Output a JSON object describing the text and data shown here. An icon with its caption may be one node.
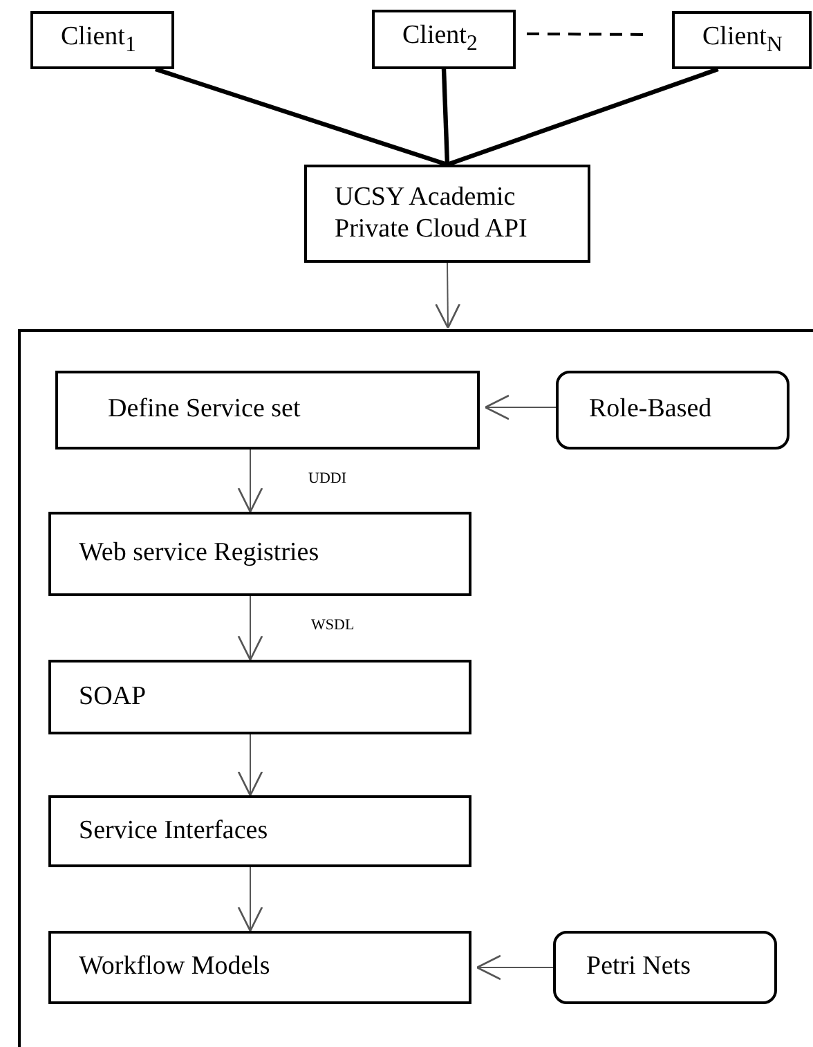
{
  "diagram": {
    "nodes": [
      {
        "text": [
          "Client$_{1}$"
        ]
      },
      {
        "text": [
          "Client$_{2}$"
        ]
      },
      {
        "text": [
          "Client$_{N}$"
        ]
      },
      {
        "text": [
          "UCSY Academic Private Cloud API"
        ]
      },
      {
        "text": [],
        "shape": "box"
      },
      {
        "text": [
          "Define Service set"
        ],
        "in": 4
      },
      {
        "text": [
          "Role-Based"
        ],
        "in": 4
      },
      {
        "text": [
          "Web service Registries"
        ],
        "in": 4
      },
      {
        "text": [
          "SOAP"
        ],
        "in": 4
      },
      {
        "text": [
          "Service Interfaces"
        ],
        "in": 4
      },
      {
        "text": [
          "Workflow Models"
        ],
        "in": 4
      },
      {
        "text": [
          "Petri Nets"
        ],
        "in": 4
      }
    ],
    "edges": [
      {
        "from": 0,
        "to": 3,
        "arrow": "none",
        "style": "thick"
      },
      {
        "from": 1,
        "to": 3,
        "arrow": "none",
        "style": "thick"
      },
      {
        "from": 2,
        "to": 3,
        "arrow": "none",
        "style": "thick"
      },
      {
        "from": 1,
        "to": 2,
        "arrow": "none",
        "style": "dashed"
      },
      {
        "from": 3,
        "to": 4,
        "arrow": "to"
      },
      {
        "from": 6,
        "to": 5,
        "arrow": "to"
      },
      {
        "from": 5,
        "to": 7,
        "arrow": "to",
        "label": "UDDI"
      },
      {
        "from": 7,
        "to": 8,
        "arrow": "to",
        "label": "WSDL"
      },
      {
        "from": 8,
        "to": 9,
        "arrow": "to"
      },
      {
        "from": 9,
        "to": 10,
        "arrow": "to"
      },
      {
        "from": 11,
        "to": 10,
        "arrow": "to"
      }
    ]
  }
}
